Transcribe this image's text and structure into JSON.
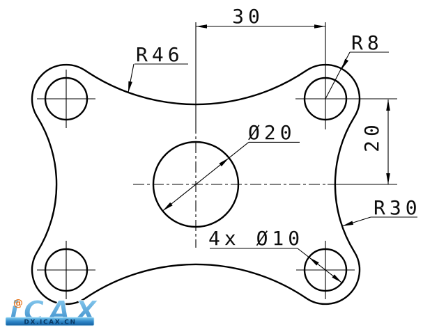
{
  "labels": {
    "dim_width": "30",
    "dim_height": "20",
    "radius_large": "R46",
    "radius_lobe": "R8",
    "radius_side": "R30",
    "center_hole_dia": "Ø20",
    "corner_holes": "4x Ø10"
  },
  "watermark": {
    "at": "@",
    "brand": "iCAX",
    "url": "DX.ICAX.CN"
  },
  "colors": {
    "line": "#000000",
    "logo_blue": "#3E96D2",
    "logo_orange": "#E8761E",
    "banner_navy": "#0A3A66"
  }
}
